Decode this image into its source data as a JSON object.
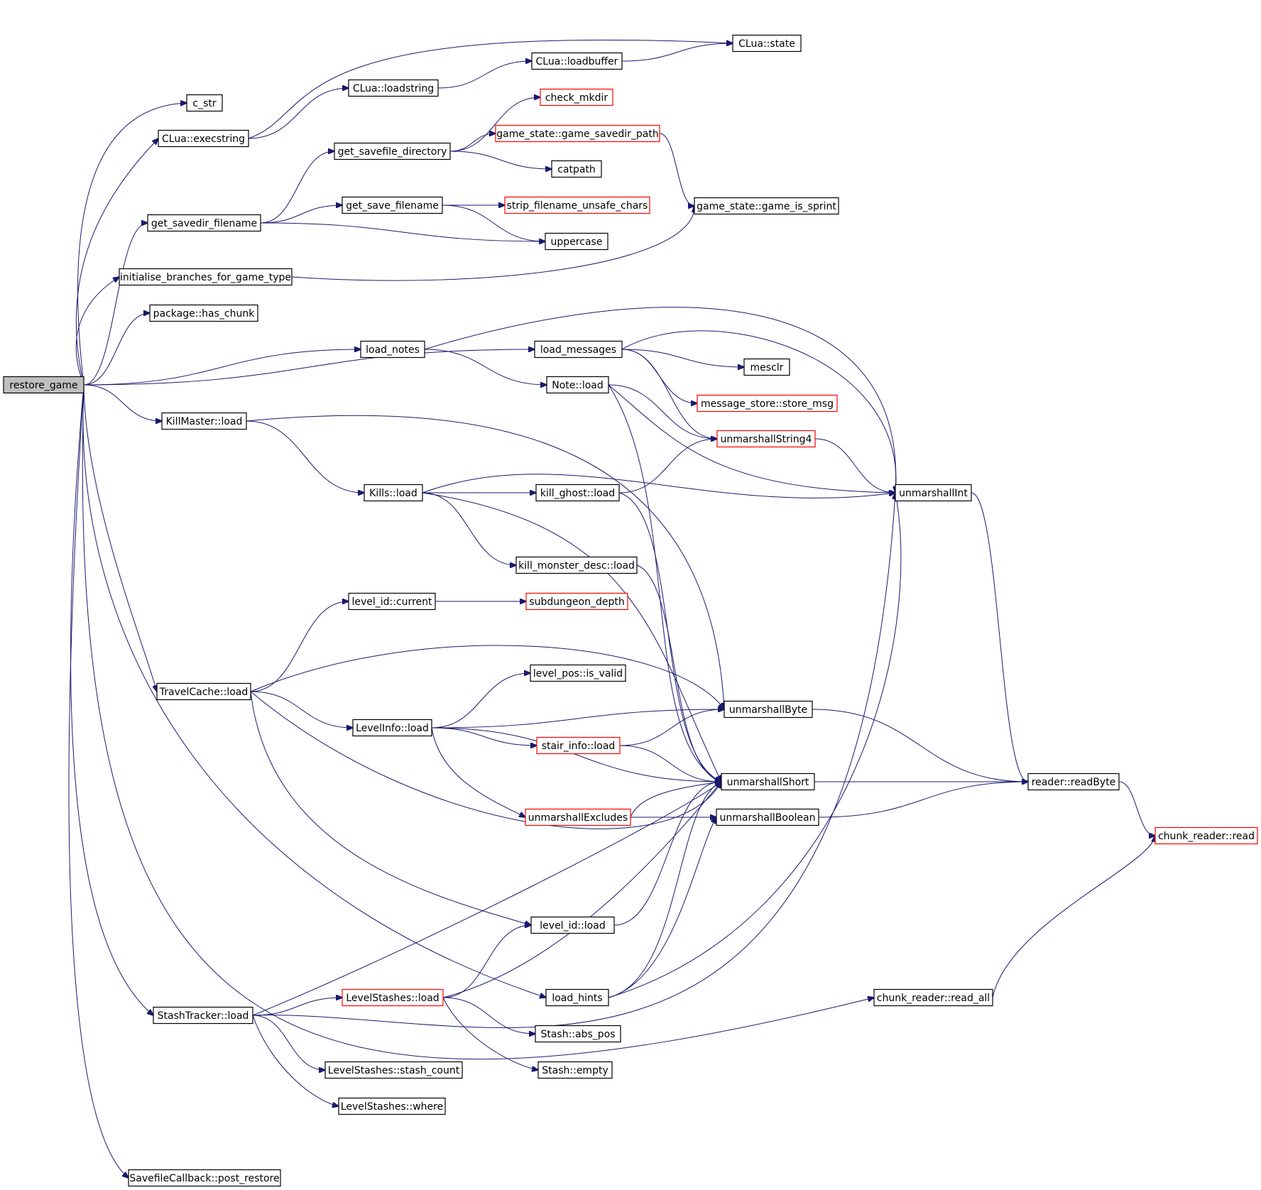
{
  "diagram": {
    "nodes": [
      {
        "id": "restore_game",
        "label": "restore_game",
        "root": true
      },
      {
        "id": "c_str",
        "label": "c_str"
      },
      {
        "id": "execstring",
        "label": "CLua::execstring"
      },
      {
        "id": "loadstring",
        "label": "CLua::loadstring"
      },
      {
        "id": "loadbuffer",
        "label": "CLua::loadbuffer"
      },
      {
        "id": "state",
        "label": "CLua::state"
      },
      {
        "id": "check_mkdir",
        "label": "check_mkdir",
        "red": true
      },
      {
        "id": "get_savefile_directory",
        "label": "get_savefile_directory"
      },
      {
        "id": "game_savedir_path",
        "label": "game_state::game_savedir_path",
        "red": true
      },
      {
        "id": "catpath",
        "label": "catpath"
      },
      {
        "id": "get_savedir_filename",
        "label": "get_savedir_filename"
      },
      {
        "id": "get_save_filename",
        "label": "get_save_filename"
      },
      {
        "id": "strip_filename_unsafe_chars",
        "label": "strip_filename_unsafe_chars",
        "red": true
      },
      {
        "id": "game_is_sprint",
        "label": "game_state::game_is_sprint"
      },
      {
        "id": "uppercase",
        "label": "uppercase"
      },
      {
        "id": "initialise_branches",
        "label": "initialise_branches_for_game_type"
      },
      {
        "id": "has_chunk",
        "label": "package::has_chunk"
      },
      {
        "id": "load_notes",
        "label": "load_notes"
      },
      {
        "id": "load_messages",
        "label": "load_messages"
      },
      {
        "id": "mesclr",
        "label": "mesclr"
      },
      {
        "id": "note_load",
        "label": "Note::load"
      },
      {
        "id": "store_msg",
        "label": "message_store::store_msg",
        "red": true
      },
      {
        "id": "killmaster_load",
        "label": "KillMaster::load"
      },
      {
        "id": "unmarshallString4",
        "label": "unmarshallString4",
        "red": true
      },
      {
        "id": "kills_load",
        "label": "Kills::load"
      },
      {
        "id": "kill_ghost_load",
        "label": "kill_ghost::load"
      },
      {
        "id": "unmarshallInt",
        "label": "unmarshallInt"
      },
      {
        "id": "kill_monster_desc_load",
        "label": "kill_monster_desc::load"
      },
      {
        "id": "level_id_current",
        "label": "level_id::current"
      },
      {
        "id": "subdungeon_depth",
        "label": "subdungeon_depth",
        "red": true
      },
      {
        "id": "level_pos_is_valid",
        "label": "level_pos::is_valid"
      },
      {
        "id": "travelcache_load",
        "label": "TravelCache::load"
      },
      {
        "id": "unmarshallByte",
        "label": "unmarshallByte"
      },
      {
        "id": "levelinfo_load",
        "label": "LevelInfo::load"
      },
      {
        "id": "stair_info_load",
        "label": "stair_info::load",
        "red": true
      },
      {
        "id": "unmarshallShort",
        "label": "unmarshallShort"
      },
      {
        "id": "readByte",
        "label": "reader::readByte"
      },
      {
        "id": "unmarshallExcludes",
        "label": "unmarshallExcludes",
        "red": true
      },
      {
        "id": "unmarshallBoolean",
        "label": "unmarshallBoolean"
      },
      {
        "id": "chunk_reader_read",
        "label": "chunk_reader::read",
        "red": true
      },
      {
        "id": "level_id_load",
        "label": "level_id::load"
      },
      {
        "id": "load_hints",
        "label": "load_hints"
      },
      {
        "id": "chunk_reader_read_all",
        "label": "chunk_reader::read_all"
      },
      {
        "id": "levelstashes_load",
        "label": "LevelStashes::load",
        "red": true
      },
      {
        "id": "stashtracker_load",
        "label": "StashTracker::load"
      },
      {
        "id": "stash_abs_pos",
        "label": "Stash::abs_pos"
      },
      {
        "id": "stash_empty",
        "label": "Stash::empty"
      },
      {
        "id": "stash_count",
        "label": "LevelStashes::stash_count"
      },
      {
        "id": "levelstashes_where",
        "label": "LevelStashes::where"
      },
      {
        "id": "post_restore",
        "label": "SavefileCallback::post_restore"
      }
    ],
    "edges": [
      [
        "restore_game",
        "c_str"
      ],
      [
        "restore_game",
        "execstring"
      ],
      [
        "restore_game",
        "get_savedir_filename"
      ],
      [
        "restore_game",
        "initialise_branches"
      ],
      [
        "restore_game",
        "has_chunk"
      ],
      [
        "restore_game",
        "load_notes"
      ],
      [
        "restore_game",
        "load_messages"
      ],
      [
        "restore_game",
        "killmaster_load"
      ],
      [
        "restore_game",
        "travelcache_load"
      ],
      [
        "restore_game",
        "load_hints"
      ],
      [
        "restore_game",
        "stashtracker_load"
      ],
      [
        "restore_game",
        "chunk_reader_read_all"
      ],
      [
        "restore_game",
        "post_restore"
      ],
      [
        "execstring",
        "loadstring"
      ],
      [
        "execstring",
        "state"
      ],
      [
        "loadstring",
        "loadbuffer"
      ],
      [
        "loadbuffer",
        "state"
      ],
      [
        "get_savefile_directory",
        "check_mkdir"
      ],
      [
        "get_savefile_directory",
        "game_savedir_path"
      ],
      [
        "get_savefile_directory",
        "catpath"
      ],
      [
        "game_savedir_path",
        "game_is_sprint"
      ],
      [
        "get_savedir_filename",
        "get_savefile_directory"
      ],
      [
        "get_savedir_filename",
        "get_save_filename"
      ],
      [
        "get_savedir_filename",
        "uppercase"
      ],
      [
        "get_save_filename",
        "strip_filename_unsafe_chars"
      ],
      [
        "get_save_filename",
        "uppercase"
      ],
      [
        "initialise_branches",
        "game_is_sprint"
      ],
      [
        "load_notes",
        "note_load"
      ],
      [
        "load_notes",
        "unmarshallInt"
      ],
      [
        "load_messages",
        "mesclr"
      ],
      [
        "load_messages",
        "store_msg"
      ],
      [
        "load_messages",
        "unmarshallString4"
      ],
      [
        "load_messages",
        "unmarshallInt"
      ],
      [
        "note_load",
        "unmarshallString4"
      ],
      [
        "note_load",
        "unmarshallInt"
      ],
      [
        "note_load",
        "unmarshallShort"
      ],
      [
        "killmaster_load",
        "kills_load"
      ],
      [
        "killmaster_load",
        "unmarshallByte"
      ],
      [
        "kills_load",
        "kill_ghost_load"
      ],
      [
        "kills_load",
        "kill_monster_desc_load"
      ],
      [
        "kills_load",
        "unmarshallInt"
      ],
      [
        "kills_load",
        "unmarshallShort"
      ],
      [
        "kill_ghost_load",
        "unmarshallString4"
      ],
      [
        "kill_ghost_load",
        "unmarshallShort"
      ],
      [
        "kill_monster_desc_load",
        "unmarshallShort"
      ],
      [
        "unmarshallString4",
        "unmarshallInt"
      ],
      [
        "unmarshallInt",
        "readByte"
      ],
      [
        "level_id_current",
        "subdungeon_depth"
      ],
      [
        "travelcache_load",
        "level_id_current"
      ],
      [
        "travelcache_load",
        "unmarshallByte"
      ],
      [
        "travelcache_load",
        "levelinfo_load"
      ],
      [
        "travelcache_load",
        "unmarshallShort"
      ],
      [
        "travelcache_load",
        "level_id_load"
      ],
      [
        "levelinfo_load",
        "level_pos_is_valid"
      ],
      [
        "levelinfo_load",
        "unmarshallByte"
      ],
      [
        "levelinfo_load",
        "stair_info_load"
      ],
      [
        "levelinfo_load",
        "unmarshallShort"
      ],
      [
        "levelinfo_load",
        "unmarshallExcludes"
      ],
      [
        "stair_info_load",
        "unmarshallByte"
      ],
      [
        "stair_info_load",
        "unmarshallShort"
      ],
      [
        "unmarshallByte",
        "readByte"
      ],
      [
        "unmarshallShort",
        "readByte"
      ],
      [
        "unmarshallExcludes",
        "unmarshallShort"
      ],
      [
        "unmarshallExcludes",
        "unmarshallBoolean"
      ],
      [
        "unmarshallBoolean",
        "readByte"
      ],
      [
        "readByte",
        "chunk_reader_read"
      ],
      [
        "chunk_reader_read_all",
        "chunk_reader_read"
      ],
      [
        "level_id_load",
        "unmarshallShort"
      ],
      [
        "load_hints",
        "unmarshallShort"
      ],
      [
        "load_hints",
        "unmarshallBoolean"
      ],
      [
        "load_hints",
        "unmarshallInt"
      ],
      [
        "stashtracker_load",
        "unmarshallShort"
      ],
      [
        "stashtracker_load",
        "levelstashes_load"
      ],
      [
        "stashtracker_load",
        "stash_count"
      ],
      [
        "stashtracker_load",
        "levelstashes_where"
      ],
      [
        "stashtracker_load",
        "unmarshallInt"
      ],
      [
        "levelstashes_load",
        "level_id_load"
      ],
      [
        "levelstashes_load",
        "unmarshallShort"
      ],
      [
        "levelstashes_load",
        "stash_abs_pos"
      ],
      [
        "levelstashes_load",
        "stash_empty"
      ]
    ]
  }
}
